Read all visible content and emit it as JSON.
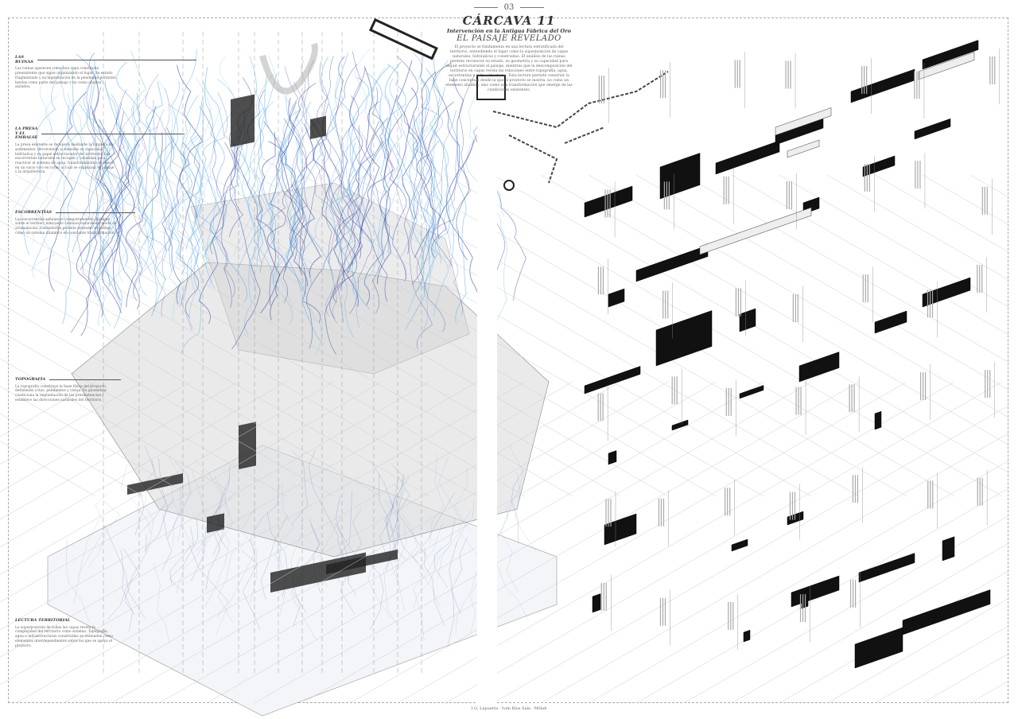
{
  "header": {
    "sheet_number": "03",
    "title": "CÁRCAVA 11",
    "subtitle": "Intervención en la Antigua Fábrica del Oro",
    "heading": "EL PAISAJE REVELADO",
    "intro": "El proyecto se fundamenta en una lectura estratificada del territorio, entendiendo el lugar como la superposición de capas naturales, hidráulicas y construidas. El análisis de las ruinas permite reconocer su estado, su geometría y su capacidad para seguir estructurando el paisaje, mientras que la descomposición del territorio en capas revela las relaciones entre topografía, agua, escorrentías e infraestructuras. Esta lectura permite construir la base conceptual desde la que el proyecto se inserta, no como un elemento añadido, sino como una transformación que emerge de las condiciones existentes."
  },
  "notes": [
    {
      "title": "LAS RUINAS",
      "text": "Las ruinas aparecen como una capa construida preexistente que sigue organizando el lugar. Su estado fragmentado y su implantación en la pendiente permiten leerlas como parte del paisaje y no como objetos aislados."
    },
    {
      "title": "LA PRESA Y EL EMBALSE",
      "text": "La presa existente se recupera mediante la limpieza de sedimentos, devolviendo al embalse su capacidad hidráulica y su papel estructurador del territorio. Las escorrentías naturales se recogen y canalizan para reactivar el sistema de agua, transformándolo de nuevo en un vacío vivo en torno al cual se organizan el paisaje y la arquitectura."
    },
    {
      "title": "ESCORRENTÍAS",
      "text": "Las escorrentías señalan el comportamiento del agua sobre el terreno, marcando caminos naturales a modo de acumulación. Entenderlas permite entender el paisaje como un sistema dinámico en constante transformación."
    },
    {
      "title": "TOPOGRAFÍA",
      "text": "La topografía constituye la base física del proyecto, definiendo cotas, pendientes y vistas. Su geometría condiciona la implantación de las preexistencias y establece las direcciones naturales del territorio."
    },
    {
      "title": "LECTURA TERRITORIAL",
      "text": "La superposición de todas las capas revela la complejidad del territorio como sistema. Topografía, agua e infraestructuras construidas se entienden como elementos interdependientes sobre los que se apoya el proyecto."
    }
  ],
  "footer": {
    "credits": "I.G. Lapuerta · Iván Ríos Sala · MHab"
  },
  "colors": {
    "water_dark": "#2a3f9e",
    "water_light": "#5ab0ea",
    "terrain": "#9a9a9a",
    "solid": "#111111"
  }
}
